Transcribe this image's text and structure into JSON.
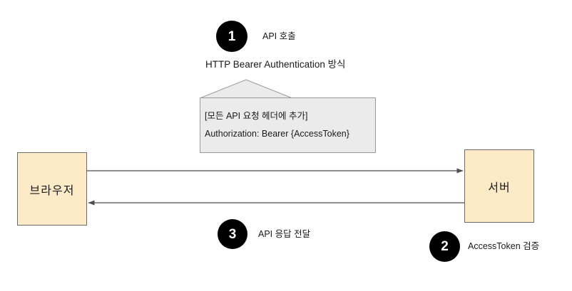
{
  "diagram": {
    "title_text": "HTTP Bearer Authentication 방식",
    "steps": [
      {
        "number": "1",
        "label": "API 호출"
      },
      {
        "number": "2",
        "label": "AccessToken 검증"
      },
      {
        "number": "3",
        "label": "API 응답 전달"
      }
    ],
    "callout": {
      "line1": "[모든 API 요청 헤더에 추가]",
      "line2": "Authorization: Bearer {AccessToken}"
    },
    "nodes": {
      "client": "브라우저",
      "server": "서버"
    },
    "colors": {
      "node_fill": "#fdebc8",
      "node_border": "#6b6b6b",
      "callout_fill": "#ebebeb",
      "callout_border": "#9a9a9a",
      "circle_fill": "#000000",
      "circle_text": "#ffffff",
      "connector": "#4d4d4d",
      "background": "#ffffff"
    }
  }
}
